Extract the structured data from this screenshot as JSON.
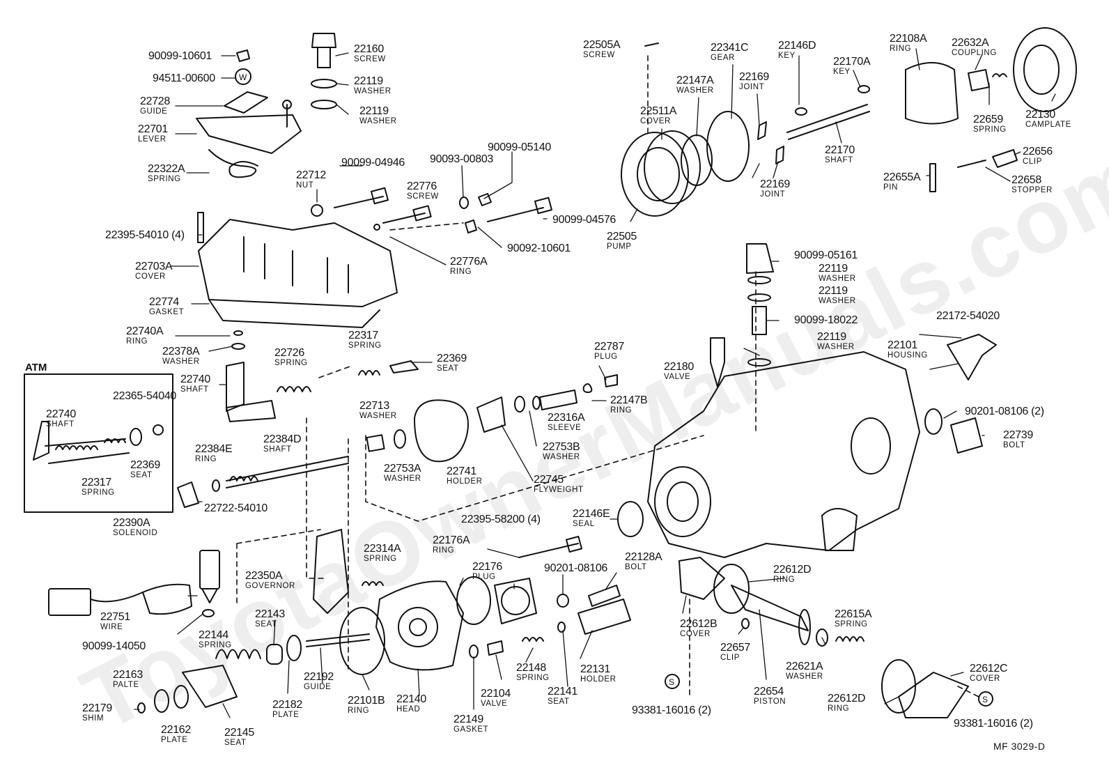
{
  "watermark": "ToyotaOwnerManuals.com",
  "atm": {
    "title": "ATM"
  },
  "figure_code": "MF 3029-D",
  "parts": [
    {
      "id": "90099-10601",
      "name": ""
    },
    {
      "id": "94511-00600",
      "name": ""
    },
    {
      "id": "22728",
      "name": "GUIDE"
    },
    {
      "id": "22701",
      "name": "LEVER"
    },
    {
      "id": "22322A",
      "name": "SPRING"
    },
    {
      "id": "22160",
      "name": "SCREW"
    },
    {
      "id": "22119",
      "name": "WASHER"
    },
    {
      "id": "22119",
      "name": "WASHER"
    },
    {
      "id": "22712",
      "name": "NUT"
    },
    {
      "id": "90099-04946",
      "name": ""
    },
    {
      "id": "22776",
      "name": "SCREW"
    },
    {
      "id": "90093-00803",
      "name": ""
    },
    {
      "id": "90099-05140",
      "name": ""
    },
    {
      "id": "90099-04576",
      "name": ""
    },
    {
      "id": "22395-54010 (4)",
      "name": ""
    },
    {
      "id": "90092-10601",
      "name": ""
    },
    {
      "id": "22776A",
      "name": "RING"
    },
    {
      "id": "22703A",
      "name": "COVER"
    },
    {
      "id": "22774",
      "name": "GASKET"
    },
    {
      "id": "22740A",
      "name": "RING"
    },
    {
      "id": "22378A",
      "name": "WASHER"
    },
    {
      "id": "22726",
      "name": "SPRING"
    },
    {
      "id": "22317",
      "name": "SPRING"
    },
    {
      "id": "22369",
      "name": "SEAT"
    },
    {
      "id": "22740",
      "name": "SHAFT"
    },
    {
      "id": "22365-54040",
      "name": ""
    },
    {
      "id": "22740",
      "name": "SHAFT"
    },
    {
      "id": "22369",
      "name": "SEAT"
    },
    {
      "id": "22317",
      "name": "SPRING"
    },
    {
      "id": "22384E",
      "name": "RING"
    },
    {
      "id": "22384D",
      "name": "SHAFT"
    },
    {
      "id": "22713",
      "name": "WASHER"
    },
    {
      "id": "22753A",
      "name": "WASHER"
    },
    {
      "id": "22741",
      "name": "HOLDER"
    },
    {
      "id": "22787",
      "name": "PLUG"
    },
    {
      "id": "22316A",
      "name": "SLEEVE"
    },
    {
      "id": "22147B",
      "name": "RING"
    },
    {
      "id": "22753B",
      "name": "WASHER"
    },
    {
      "id": "22745",
      "name": "FLYWEIGHT"
    },
    {
      "id": "22722-54010",
      "name": ""
    },
    {
      "id": "22390A",
      "name": "SOLENOID"
    },
    {
      "id": "22751",
      "name": "WIRE"
    },
    {
      "id": "90099-14050",
      "name": ""
    },
    {
      "id": "22350A",
      "name": "GOVERNOR"
    },
    {
      "id": "22314A",
      "name": "SPRING"
    },
    {
      "id": "22395-58200 (4)",
      "name": ""
    },
    {
      "id": "22176A",
      "name": "RING"
    },
    {
      "id": "22176",
      "name": "PLUG"
    },
    {
      "id": "90201-08106",
      "name": ""
    },
    {
      "id": "22128A",
      "name": "BOLT"
    },
    {
      "id": "22146E",
      "name": "SEAL"
    },
    {
      "id": "22143",
      "name": "SEAT"
    },
    {
      "id": "22144",
      "name": "SPRING"
    },
    {
      "id": "22163",
      "name": "PALTE"
    },
    {
      "id": "22179",
      "name": "SHIM"
    },
    {
      "id": "22162",
      "name": "PLATE"
    },
    {
      "id": "22145",
      "name": "SEAT"
    },
    {
      "id": "22182",
      "name": "PLATE"
    },
    {
      "id": "22192",
      "name": "GUIDE"
    },
    {
      "id": "22101B",
      "name": "RING"
    },
    {
      "id": "22140",
      "name": "HEAD"
    },
    {
      "id": "22149",
      "name": "GASKET"
    },
    {
      "id": "22104",
      "name": "VALVE"
    },
    {
      "id": "22148",
      "name": "SPRING"
    },
    {
      "id": "22141",
      "name": "SEAT"
    },
    {
      "id": "22131",
      "name": "HOLDER"
    },
    {
      "id": "22505A",
      "name": "SCREW"
    },
    {
      "id": "22341C",
      "name": "GEAR"
    },
    {
      "id": "22147A",
      "name": "WASHER"
    },
    {
      "id": "22146D",
      "name": "KEY"
    },
    {
      "id": "22170A",
      "name": "KEY"
    },
    {
      "id": "22108A",
      "name": "RING"
    },
    {
      "id": "22632A",
      "name": "COUPLING"
    },
    {
      "id": "22130",
      "name": "CAMPLATE"
    },
    {
      "id": "22659",
      "name": "SPRING"
    },
    {
      "id": "22511A",
      "name": "COVER"
    },
    {
      "id": "22169",
      "name": "JOINT"
    },
    {
      "id": "22169",
      "name": "JOINT"
    },
    {
      "id": "22170",
      "name": "SHAFT"
    },
    {
      "id": "22656",
      "name": "CLIP"
    },
    {
      "id": "22655A",
      "name": "PIN"
    },
    {
      "id": "22658",
      "name": "STOPPER"
    },
    {
      "id": "22505",
      "name": "PUMP"
    },
    {
      "id": "90099-05161",
      "name": ""
    },
    {
      "id": "22119",
      "name": "WASHER"
    },
    {
      "id": "22119",
      "name": "WASHER"
    },
    {
      "id": "90099-18022",
      "name": ""
    },
    {
      "id": "22119",
      "name": "WASHER"
    },
    {
      "id": "22180",
      "name": "VALVE"
    },
    {
      "id": "22172-54020",
      "name": ""
    },
    {
      "id": "22101",
      "name": "HOUSING"
    },
    {
      "id": "90201-08106 (2)",
      "name": ""
    },
    {
      "id": "22739",
      "name": "BOLT"
    },
    {
      "id": "22612D",
      "name": "RING"
    },
    {
      "id": "22612B",
      "name": "COVER"
    },
    {
      "id": "22657",
      "name": "CLIP"
    },
    {
      "id": "22654",
      "name": "PISTON"
    },
    {
      "id": "22615A",
      "name": "SPRING"
    },
    {
      "id": "22621A",
      "name": "WASHER"
    },
    {
      "id": "22612C",
      "name": "COVER"
    },
    {
      "id": "22612D",
      "name": "RING"
    },
    {
      "id": "93381-16016 (2)",
      "name": ""
    },
    {
      "id": "93381-16016 (2)",
      "name": ""
    }
  ]
}
